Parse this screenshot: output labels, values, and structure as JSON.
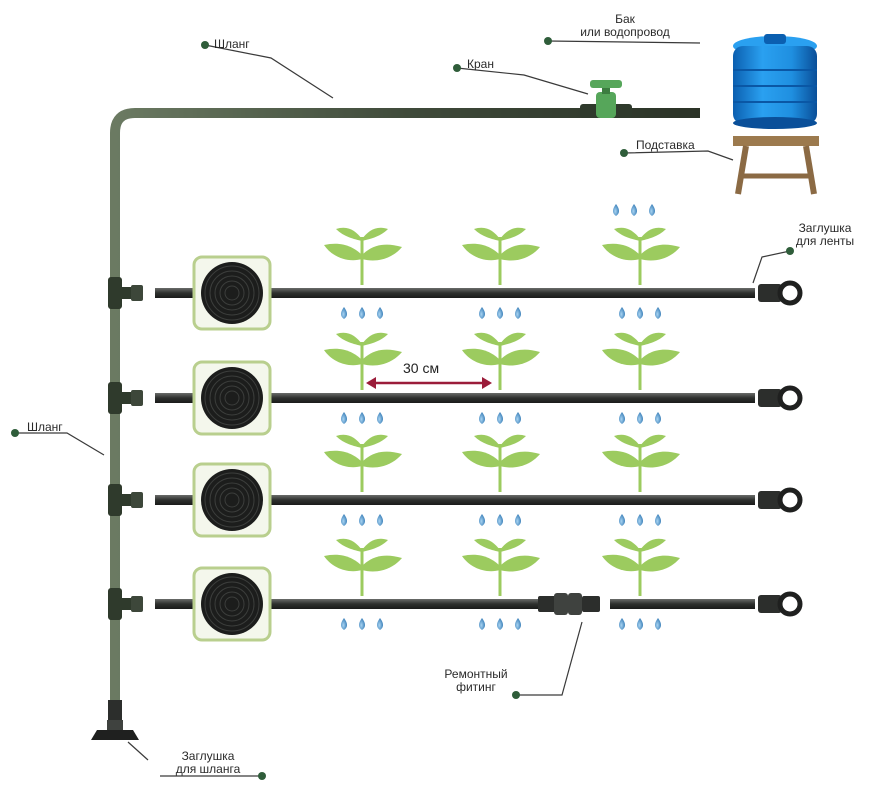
{
  "labels": {
    "hose_top": "Шланг",
    "tap": "Кран",
    "tank_line1": "Бак",
    "tank_line2": "или водопровод",
    "stand": "Подставка",
    "tape_plug_line1": "Заглушка",
    "tape_plug_line2": "для ленты",
    "hose_side": "Шланг",
    "spacing": "30 см",
    "repair_line1": "Ремонтный",
    "repair_line2": "фитинг",
    "hose_plug_line1": "Заглушка",
    "hose_plug_line2": "для шланга"
  },
  "icons": {
    "tank": "water-tank-icon",
    "stand": "wooden-stand-icon",
    "tap": "valve-icon",
    "reel": "drip-tape-reel-icon",
    "plant": "seedling-icon",
    "drop": "water-drop-icon",
    "plug": "end-plug-icon"
  },
  "colors": {
    "hose": "#3f4a3a",
    "tape": "#2e302e",
    "plant": "#9ccb5f",
    "drop": "#4a90c8",
    "tank": "#1f8fe0",
    "stand": "#8b6a44",
    "leader_dot": "#2f5d3a",
    "spacing_arrow": "#9b1c3a",
    "reel_frame": "#b9cf8e"
  }
}
